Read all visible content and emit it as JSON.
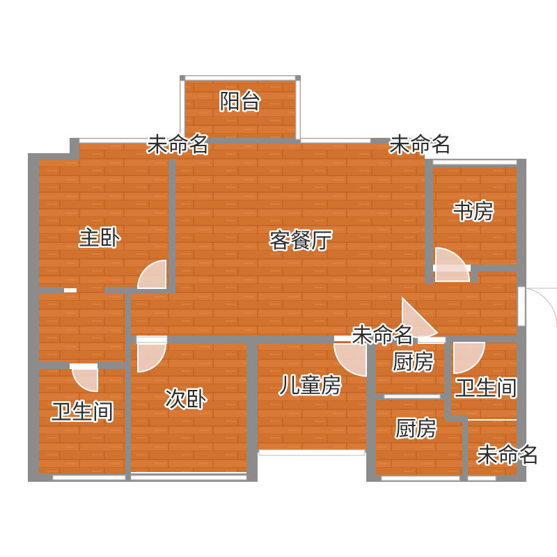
{
  "floorplan": {
    "colors": {
      "floor": "#d87a36",
      "floor_dark": "#c4662a",
      "plank_line": "#b9591f",
      "wall": "#8c8c8c",
      "window": "#ffffff",
      "window_line": "#bbbbbb",
      "door_arc": "#f0d6cc",
      "background": "#ffffff"
    },
    "rooms": [
      {
        "id": "balcony",
        "label": "阳台"
      },
      {
        "id": "unnamed-top-left",
        "label": "未命名"
      },
      {
        "id": "unnamed-top-right",
        "label": "未命名"
      },
      {
        "id": "master-bedroom",
        "label": "主卧"
      },
      {
        "id": "living-dining",
        "label": "客餐厅"
      },
      {
        "id": "study",
        "label": "书房"
      },
      {
        "id": "unnamed-center",
        "label": "未命名"
      },
      {
        "id": "kitchen-upper",
        "label": "厨房"
      },
      {
        "id": "bathroom-left",
        "label": "卫生间"
      },
      {
        "id": "second-bedroom",
        "label": "次卧"
      },
      {
        "id": "children-room",
        "label": "儿童房"
      },
      {
        "id": "bathroom-right",
        "label": "卫生间"
      },
      {
        "id": "kitchen-lower",
        "label": "厨房"
      },
      {
        "id": "unnamed-bottom-right",
        "label": "未命名"
      }
    ]
  }
}
